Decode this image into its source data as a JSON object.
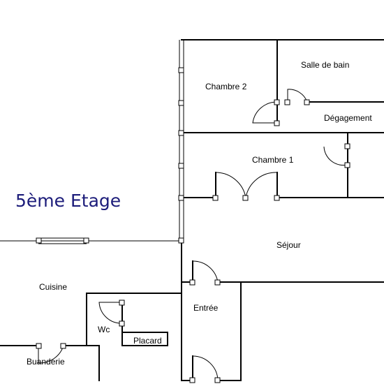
{
  "floor_title": "5ème Etage",
  "rooms": {
    "salle_de_bain": "Salle de bain",
    "chambre_2": "Chambre  2",
    "degagement": "Dégagement",
    "chambre_1": "Chambre  1",
    "sejour": "Séjour",
    "cuisine": "Cuisine",
    "entree": "Entrée",
    "wc": "Wc",
    "placard": "Placard",
    "buanderie": "Buanderie"
  },
  "colors": {
    "walls": "#000000",
    "title": "#1c1c7a",
    "background": "#ffffff"
  }
}
